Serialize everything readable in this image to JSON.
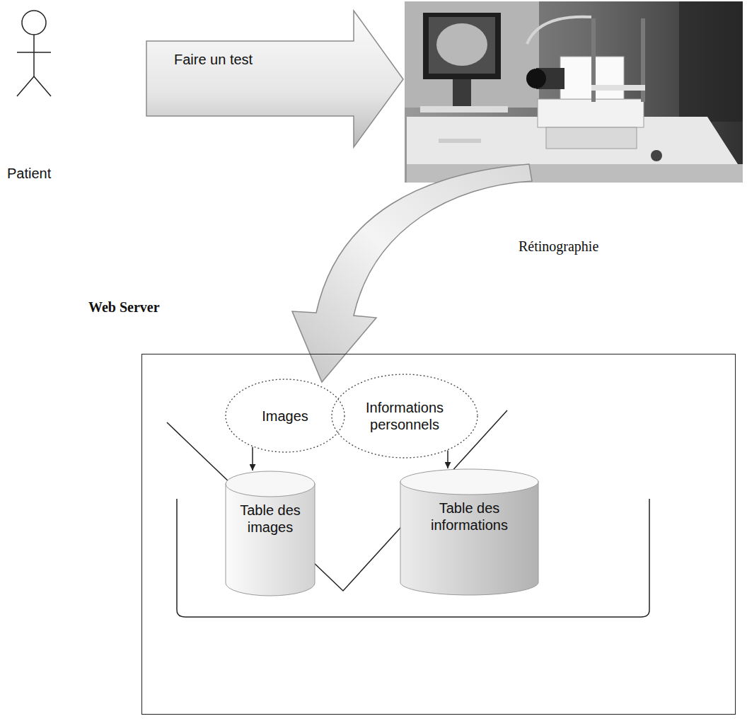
{
  "diagram": {
    "nodes": [
      {
        "text": [
          "Web Server"
        ]
      },
      {
        "text": [
          "Images"
        ],
        "in": 0
      },
      {
        "text": [
          "Informations personnels"
        ],
        "in": 0
      },
      {
        "text": [
          "Table des images"
        ],
        "in": 0
      },
      {
        "text": [
          "Table des informations"
        ],
        "in": 0
      }
    ],
    "edges": [
      {
        "from": 1,
        "to": 3,
        "arrow": "to"
      },
      {
        "from": 2,
        "to": 4,
        "arrow": "to"
      }
    ],
    "labels": [
      "Patient",
      "Faire un test",
      "Rétinographie"
    ]
  }
}
